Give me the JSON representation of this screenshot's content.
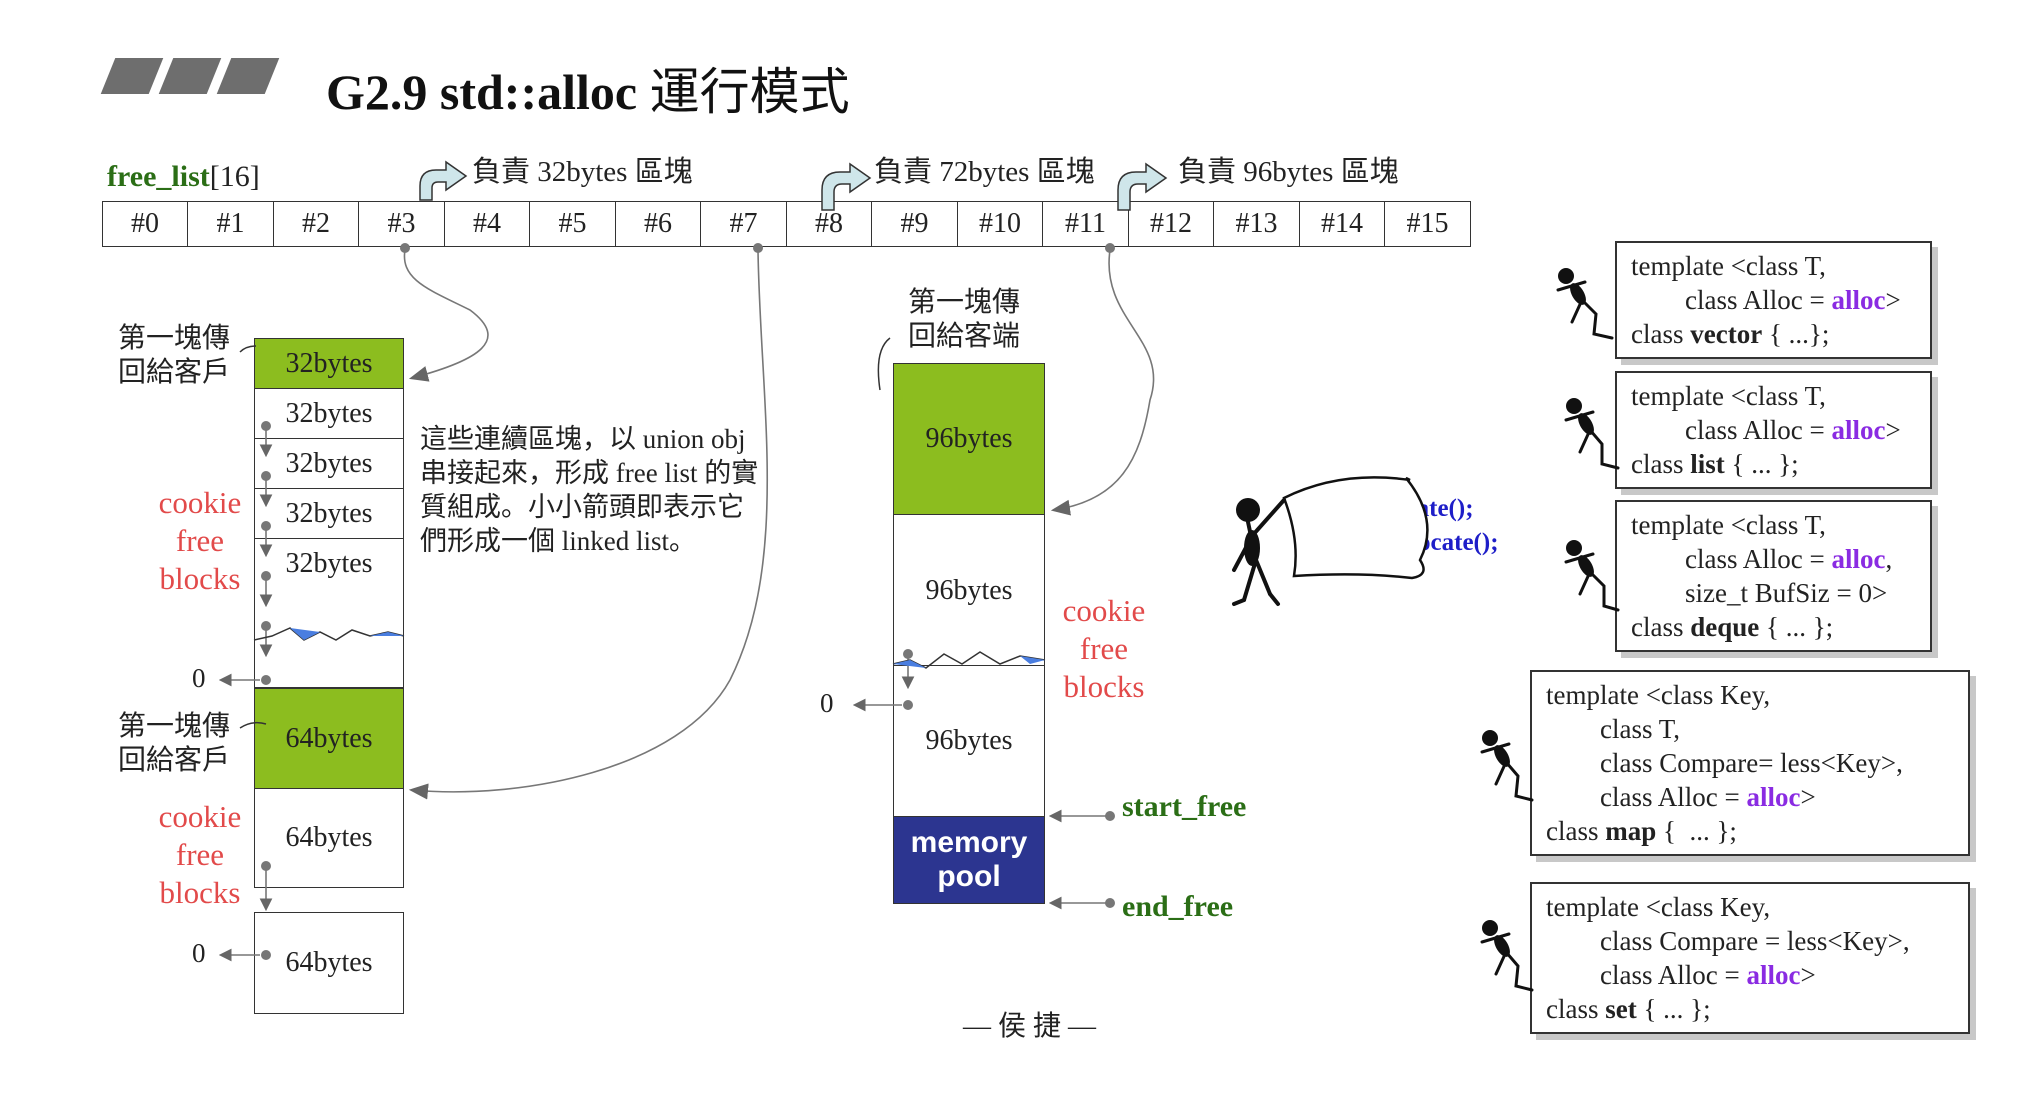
{
  "title": {
    "latin": "G2.9 std::alloc",
    "cjk": "運行模式"
  },
  "free_list": {
    "name": "free_list",
    "size": "[16]",
    "slots": [
      "#0",
      "#1",
      "#2",
      "#3",
      "#4",
      "#5",
      "#6",
      "#7",
      "#8",
      "#9",
      "#10",
      "#11",
      "#12",
      "#13",
      "#14",
      "#15"
    ]
  },
  "responsibility_labels": [
    "負責 32bytes 區塊",
    "負責 72bytes 區塊",
    "負責 96bytes 區塊"
  ],
  "left_column": {
    "return_label_1": [
      "第一塊傳",
      "回給客戶"
    ],
    "blocks_32": [
      "32bytes",
      "32bytes",
      "32bytes",
      "32bytes",
      "32bytes"
    ],
    "cookie_label_1": [
      "cookie",
      "free",
      "blocks"
    ],
    "zero_1": "0",
    "return_label_2": [
      "第一塊傳",
      "回給客戶"
    ],
    "blocks_64": [
      "64bytes",
      "64bytes",
      "64bytes"
    ],
    "cookie_label_2": [
      "cookie",
      "free",
      "blocks"
    ],
    "zero_2": "0"
  },
  "note": [
    "這些連續區塊，以 union obj",
    "串接起來，形成 free list 的實",
    "質組成。小小箭頭即表示它",
    "們形成一個 linked list。"
  ],
  "middle_column": {
    "return_label": [
      "第一塊傳",
      "回給客端"
    ],
    "blocks_96": [
      "96bytes",
      "96bytes",
      "96bytes"
    ],
    "cookie_label": [
      "cookie",
      "free",
      "blocks"
    ],
    "zero": "0",
    "pool_label": [
      "memory",
      "pool"
    ],
    "start_free": "start_free",
    "end_free": "end_free"
  },
  "flag": [
    "alloc::allocate();",
    "alloc::deallocate();"
  ],
  "code_boxes": [
    {
      "lines": [
        "template <class T,",
        "        class Alloc = ",
        "class ",
        " { ...};"
      ],
      "container": "vector",
      "tail": ">"
    },
    {
      "lines": [
        "template <class T,",
        "        class Alloc = ",
        "class ",
        " { ... };"
      ],
      "container": "list",
      "tail": ">"
    },
    {
      "lines": [
        "template <class T,",
        "        class Alloc = ",
        "        size_t BufSiz = 0>",
        "class ",
        " { ... };"
      ],
      "container": "deque",
      "tail": ","
    },
    {
      "lines": [
        "template <class Key,",
        "        class T,",
        "        class Compare= less<Key>,",
        "        class Alloc = ",
        "class ",
        " {  ... };"
      ],
      "container": "map",
      "tail": ">"
    },
    {
      "lines": [
        "template <class Key,",
        "        class Compare = less<Key>,",
        "        class Alloc = ",
        "class ",
        " { ... };"
      ],
      "container": "set",
      "tail": ">"
    }
  ],
  "alloc_keyword": "alloc",
  "footer": "— 侯 捷 —",
  "colors": {
    "green_block": "#8cbd1f",
    "pool": "#2c3590",
    "cookie": "#e24a4a",
    "label_green": "#2b6e16",
    "alloc": "#8a2be2",
    "flag_text": "#1e1ec8"
  }
}
